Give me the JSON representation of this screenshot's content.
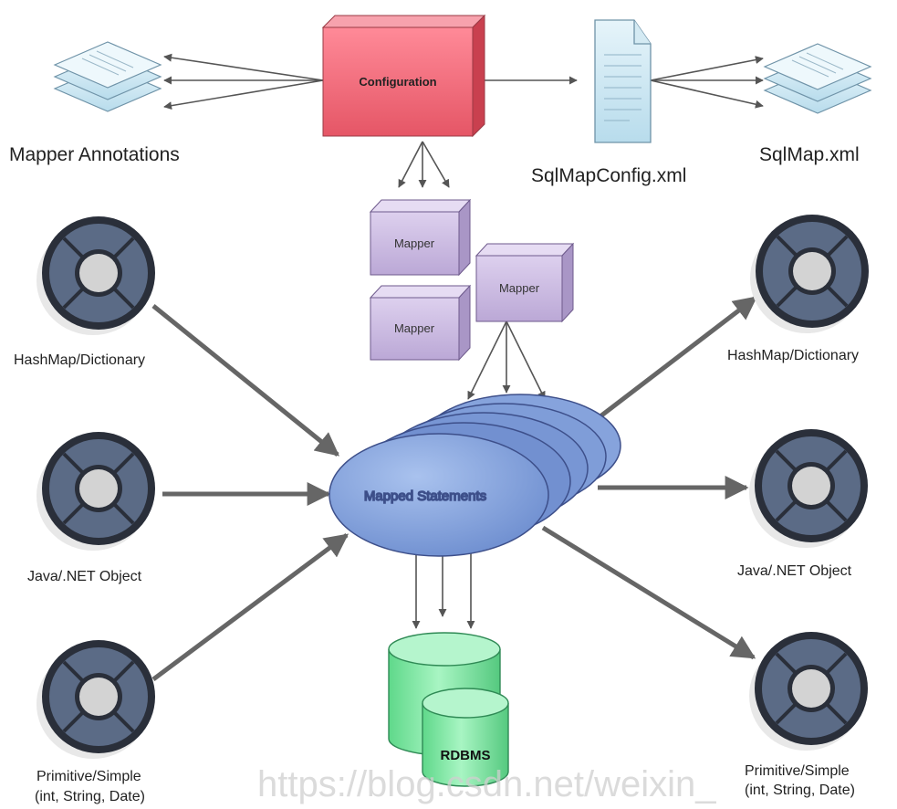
{
  "labels": {
    "configuration": "Configuration",
    "mapper_annotations": "Mapper Annotations",
    "sqlmapconfig": "SqlMapConfig.xml",
    "sqlmap": "SqlMap.xml",
    "mapper_1": "Mapper",
    "mapper_2": "Mapper",
    "mapper_3": "Mapper",
    "mapped_statements": "Mapped Statements",
    "rdbms": "RDBMS",
    "in_hashmap": "HashMap/Dictionary",
    "in_java": "Java/.NET Object",
    "in_primitive_1": "Primitive/Simple",
    "in_primitive_2": "(int, String, Date)",
    "out_hashmap": "HashMap/Dictionary",
    "out_java": "Java/.NET Object",
    "out_primitive_1": "Primitive/Simple",
    "out_primitive_2": "(int, String, Date)"
  },
  "watermark": "https://blog.csdn.net/weixin_",
  "colors": {
    "configuration": "#f0687a",
    "mapper": "#c9b8df",
    "statements": "#7f9fd9",
    "rdbms": "#7fe0a0",
    "document": "#cfe7f2",
    "ring": "#55657e",
    "hub": "#d3d3d3"
  },
  "icons": {
    "document_stack": "stacked-pages-icon",
    "document": "xml-document-icon",
    "data_ring": "data-ring-icon",
    "database": "database-cylinder-icon"
  }
}
